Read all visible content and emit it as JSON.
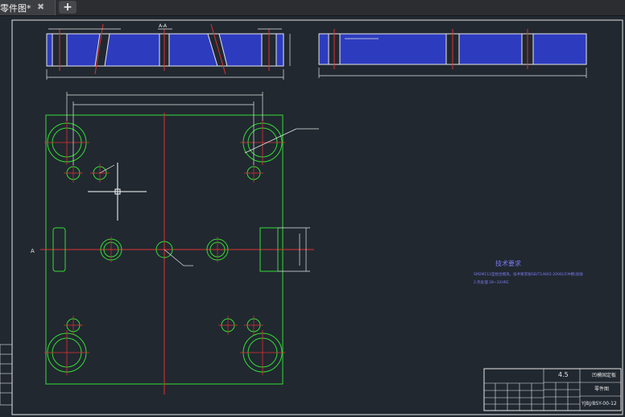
{
  "tabs": [
    {
      "label": "零件图*",
      "close": "✖"
    }
  ],
  "new_tab": "+",
  "drawing": {
    "section_label": "A-A",
    "view_label_left": "A",
    "tech_req_title": "技术要求",
    "tech_req_line1": "SM2M112型组合模具，技术要求按GB/T14662-2006(冷冲模)验收",
    "tech_req_line2": "2.热处理 28~32HRC",
    "title_block": {
      "scale": "4.5",
      "part_name": "凹模固定板",
      "drawing_type": "零件图",
      "drawing_no": "YJBJ/BSY-00-12"
    }
  }
}
